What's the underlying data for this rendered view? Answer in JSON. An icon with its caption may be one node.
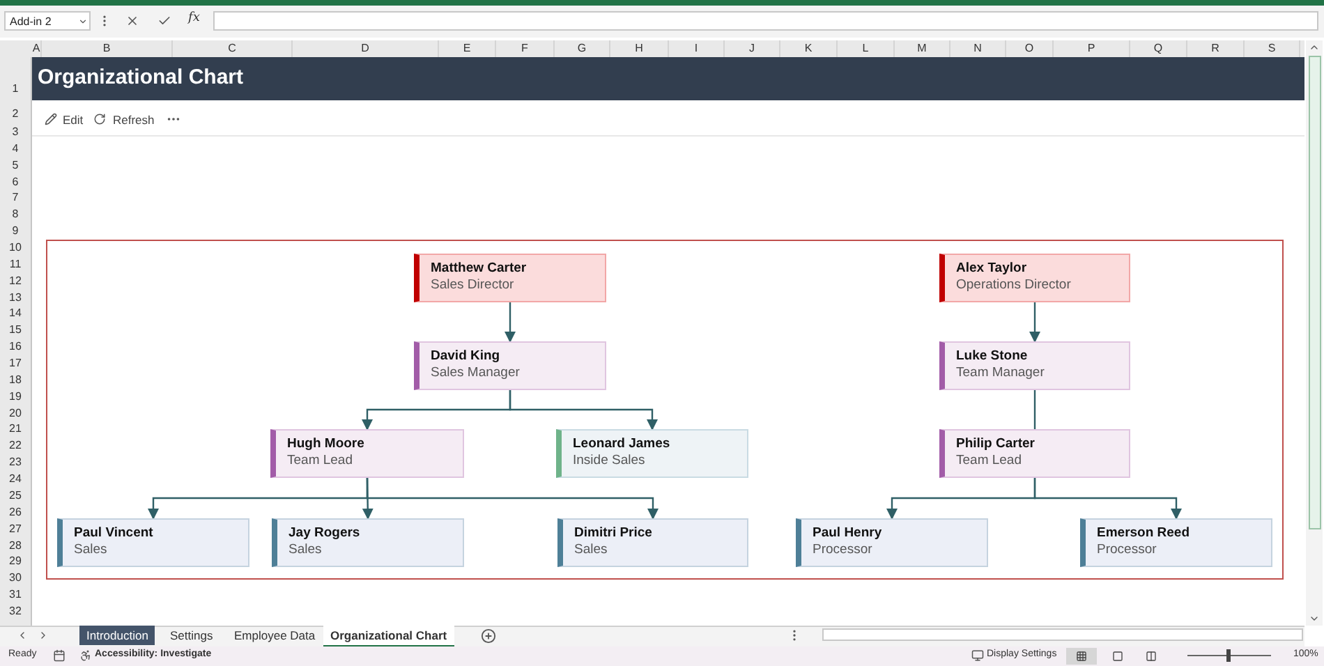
{
  "diagram": {
    "title": "Organizational Chart",
    "nodes": [
      {
        "text": [
          "Matthew Carter",
          "Sales Director"
        ]
      },
      {
        "text": [
          "David King",
          "Sales Manager"
        ]
      },
      {
        "text": [
          "Hugh Moore",
          "Team Lead"
        ]
      },
      {
        "text": [
          "Leonard James",
          "Inside Sales"
        ]
      },
      {
        "text": [
          "Paul Vincent",
          "Sales"
        ]
      },
      {
        "text": [
          "Jay Rogers",
          "Sales"
        ]
      },
      {
        "text": [
          "Dimitri Price",
          "Sales"
        ]
      },
      {
        "text": [
          "Alex Taylor",
          "Operations Director"
        ]
      },
      {
        "text": [
          "Luke Stone",
          "Team Manager"
        ]
      },
      {
        "text": [
          "Philip Carter",
          "Team Lead"
        ]
      },
      {
        "text": [
          "Paul Henry",
          "Processor"
        ]
      },
      {
        "text": [
          "Emerson Reed",
          "Processor"
        ]
      }
    ],
    "edges": [
      {
        "from": 0,
        "to": 1,
        "arrow": "to"
      },
      {
        "from": 1,
        "to": 2,
        "arrow": "to"
      },
      {
        "from": 1,
        "to": 3,
        "arrow": "to"
      },
      {
        "from": 2,
        "to": 4,
        "arrow": "to"
      },
      {
        "from": 2,
        "to": 5,
        "arrow": "to"
      },
      {
        "from": 2,
        "to": 6,
        "arrow": "to"
      },
      {
        "from": 7,
        "to": 8,
        "arrow": "to"
      },
      {
        "from": 8,
        "to": 9,
        "arrow": "none"
      },
      {
        "from": 9,
        "to": 10,
        "arrow": "to"
      },
      {
        "from": 9,
        "to": 11,
        "arrow": "to"
      }
    ],
    "labels": [
      "Add-in 2",
      "A",
      "B",
      "C",
      "D",
      "E",
      "F",
      "G",
      "H",
      "I",
      "J",
      "K",
      "L",
      "M",
      "N",
      "O",
      "P",
      "Q",
      "R",
      "S",
      "1",
      "2",
      "3",
      "4",
      "5",
      "6",
      "7",
      "8",
      "9",
      "10",
      "11",
      "12",
      "13",
      "14",
      "15",
      "16",
      "17",
      "18",
      "19",
      "20",
      "21",
      "22",
      "23",
      "24",
      "25",
      "26",
      "27",
      "28",
      "29",
      "30",
      "31",
      "32",
      "Edit",
      "Refresh",
      "Introduction",
      "Settings",
      "Employee Data",
      "Organizational Chart",
      "Ready",
      "Accessibility: Investigate",
      "Display Settings",
      "100%",
      "fx"
    ]
  }
}
